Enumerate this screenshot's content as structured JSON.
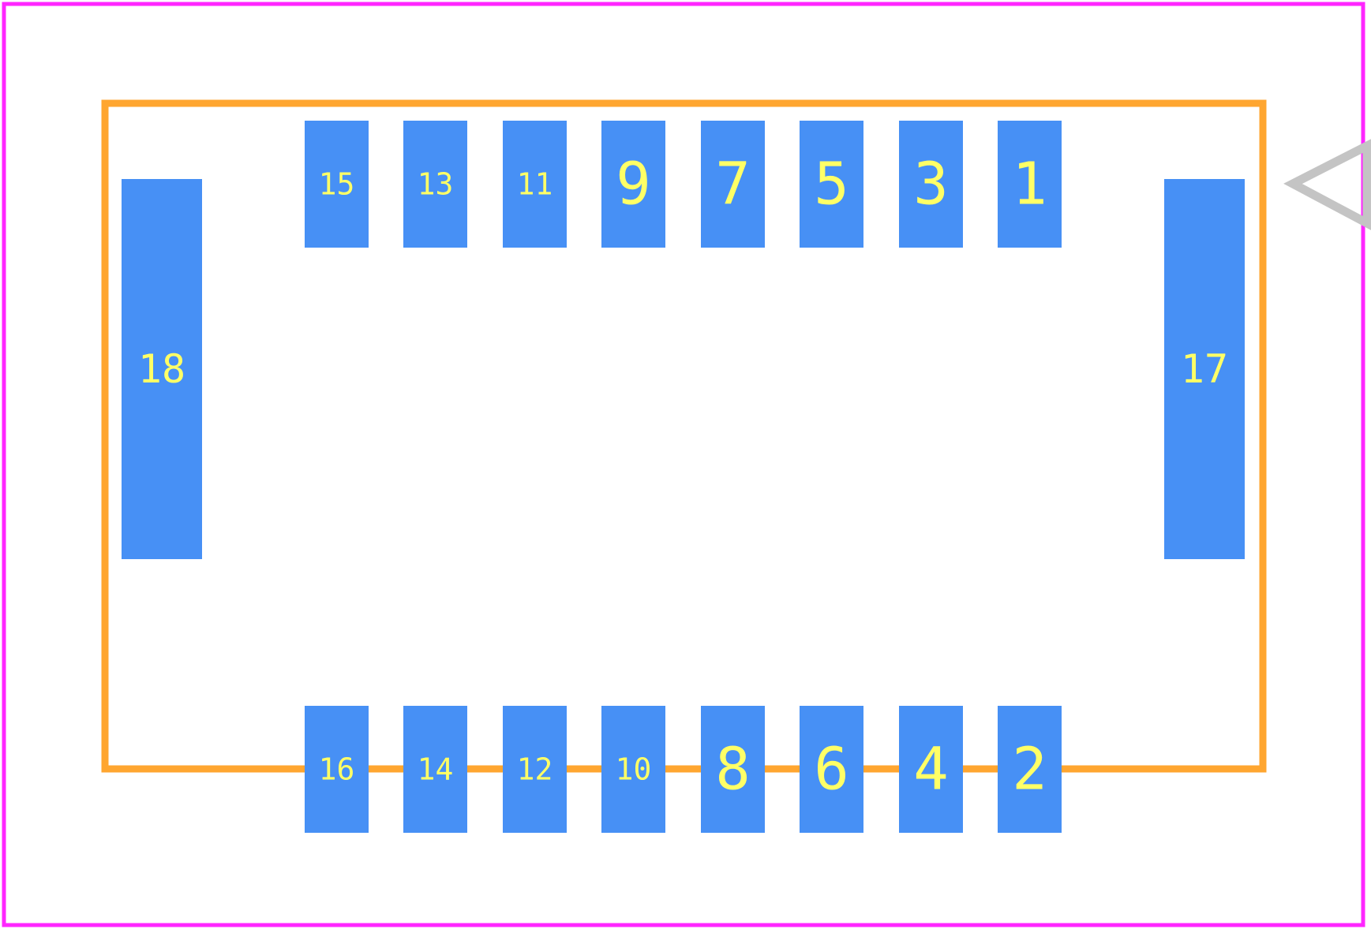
{
  "colors": {
    "background": "#ffffff",
    "courtyard": "#ff26ff",
    "silkscreen": "#ffa630",
    "pad": "#4790f5",
    "pad_label": "#ffff66",
    "pin1_marker": "#c4c4c4"
  },
  "pads": {
    "top_row": [
      {
        "label": "15"
      },
      {
        "label": "13"
      },
      {
        "label": "11"
      },
      {
        "label": "9"
      },
      {
        "label": "7"
      },
      {
        "label": "5"
      },
      {
        "label": "3"
      },
      {
        "label": "1"
      }
    ],
    "bottom_row": [
      {
        "label": "16"
      },
      {
        "label": "14"
      },
      {
        "label": "12"
      },
      {
        "label": "10"
      },
      {
        "label": "8"
      },
      {
        "label": "6"
      },
      {
        "label": "4"
      },
      {
        "label": "2"
      }
    ],
    "left_mount": {
      "label": "18"
    },
    "right_mount": {
      "label": "17"
    }
  },
  "pin1_marker": {
    "shape": "triangle",
    "icon": "pin1-triangle-icon"
  }
}
